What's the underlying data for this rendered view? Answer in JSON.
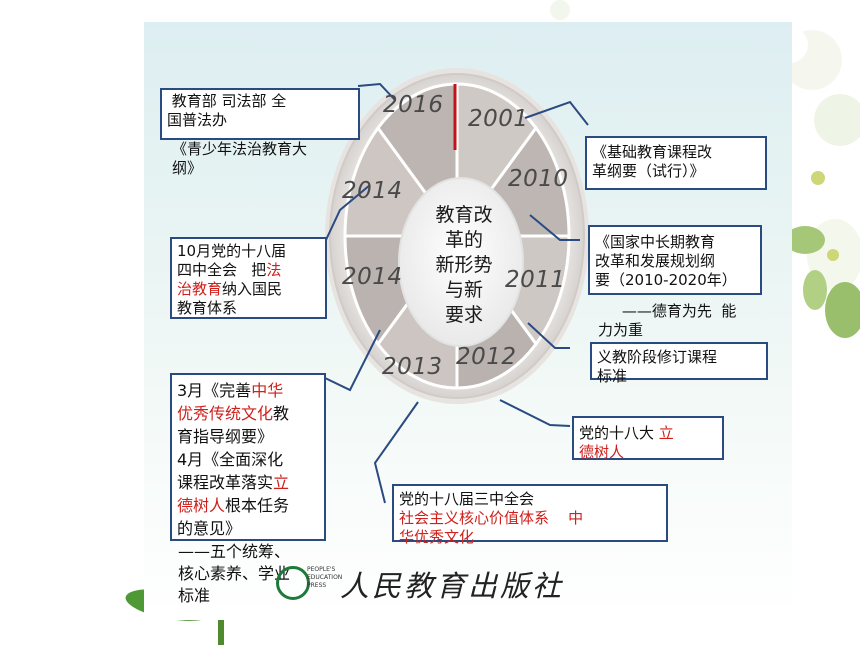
{
  "years": {
    "y2016": "2016",
    "y2001": "2001",
    "y2010": "2010",
    "y2014a": "2014",
    "y2014b": "2014",
    "y2011": "2011",
    "y2012": "2012",
    "y2013": "2013"
  },
  "center": {
    "text": "教育改\n  革的\n新形势\n  与新\n  要求"
  },
  "boxes": {
    "b2016_line1": " 教育部 司法部 全",
    "b2016_line2": "国普法办",
    "b2016_after1": "《青少年法治教育大",
    "b2016_after2": "纲》",
    "b2001_line1": "《基础教育课程改",
    "b2001_line2": "革纲要（试行）》",
    "b2010_line1": "《国家中长期教育",
    "b2010_line2": "改革和发展规划纲",
    "b2010_line3": "要（2010-2020年）",
    "b2010_line4": "     ——德育为先  能",
    "b2010_line5": "力为重",
    "b2011_line1": "义教阶段修订课程",
    "b2011_line2": "标准",
    "b2012_prefix": "党的十八大 ",
    "b2012_red1": "立",
    "b2012_red2": "德树人",
    "b2013_line1": "党的十八届三中全会",
    "b2013_red1": "社会主义核心价值体系    中",
    "b2013_red2": "华优秀文化",
    "b2014a_line1": "10月党的十八届",
    "b2014a_line2_pre": "四中全会   把",
    "b2014a_line2_red": "法",
    "b2014a_line3_red": "治教育",
    "b2014a_line3_post": "纳入国民",
    "b2014a_line4": "教育体系",
    "b2014b_line1_pre": "3月《完善",
    "b2014b_line1_red": "中华",
    "b2014b_line2_red": "优秀传统文化",
    "b2014b_line2_post": "教",
    "b2014b_line3": "育指导纲要》",
    "b2014b_line4": "4月《全面深化",
    "b2014b_line5_pre": "课程改革落实",
    "b2014b_line5_red": "立",
    "b2014b_line6_red": "德树人",
    "b2014b_line6_post": "根本任务",
    "b2014b_line7": "的意见》",
    "b2014b_after1": "——五个统筹、",
    "b2014b_after2": "核心素养、学业",
    "b2014b_after3": "标准"
  },
  "publisher": {
    "name_cn": "人民教育出版社",
    "name_en": "PEOPLE'S\nEDUCATION\nPRESS"
  },
  "colors": {
    "box_border": "#2a4a82",
    "highlight_red": "#d0201c",
    "needle_red": "#c0141c"
  }
}
